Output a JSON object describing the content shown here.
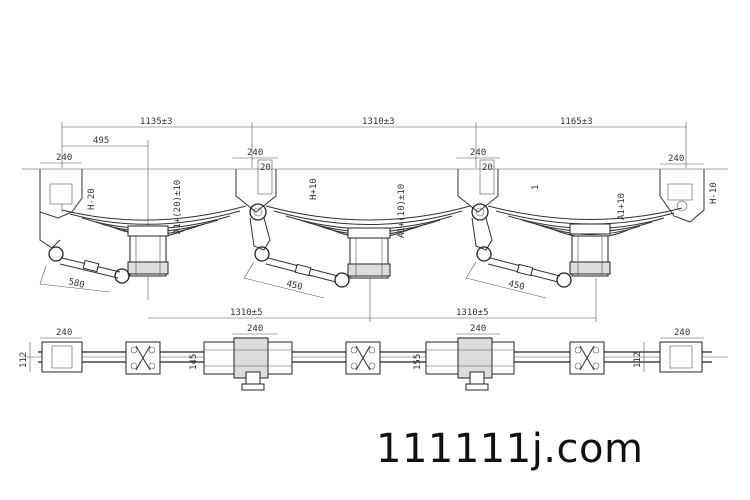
{
  "dimensions": {
    "span_1": "1135±3",
    "span_2": "1310±3",
    "span_3": "1165±3",
    "offset_495": "495",
    "bracket_widths": [
      "240",
      "240",
      "240",
      "240"
    ],
    "bracket_h_labels": [
      "H-20",
      "H+10",
      "",
      "H-10"
    ],
    "bracket_20": [
      "20",
      "20"
    ],
    "spring_labels": [
      "A1+(20)±10",
      "A1+(10)±10",
      "A1+10"
    ],
    "small_1": "1",
    "rod_lengths": [
      "580",
      "450",
      "450"
    ],
    "lower_span_1": "1310±5",
    "lower_span_2": "1310±5",
    "plan_widths": [
      "240",
      "240",
      "240",
      "240"
    ],
    "plan_heights": [
      "112",
      "145",
      "155",
      "112"
    ]
  },
  "watermark": "111111j.com"
}
